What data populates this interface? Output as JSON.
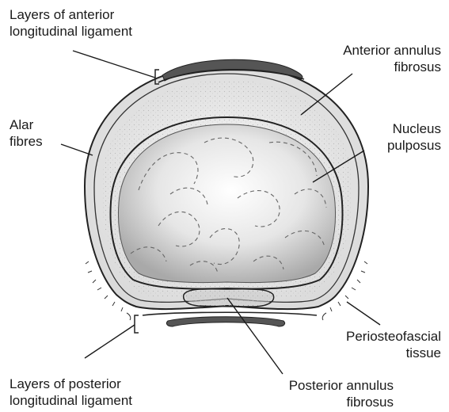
{
  "figure": {
    "labels": {
      "anterior_ligament": [
        "Layers of anterior",
        "longitudinal ligament"
      ],
      "anterior_annulus": [
        "Anterior annulus",
        "fibrosus"
      ],
      "alar_fibres": [
        "Alar",
        "fibres"
      ],
      "nucleus": [
        "Nucleus",
        "pulposus"
      ],
      "periosteofascial": [
        "Periosteofascial",
        "tissue"
      ],
      "posterior_ligament": [
        "Layers of posterior",
        "longitudinal ligament"
      ],
      "posterior_annulus": [
        "Posterior annulus",
        "fibrosus"
      ]
    }
  }
}
